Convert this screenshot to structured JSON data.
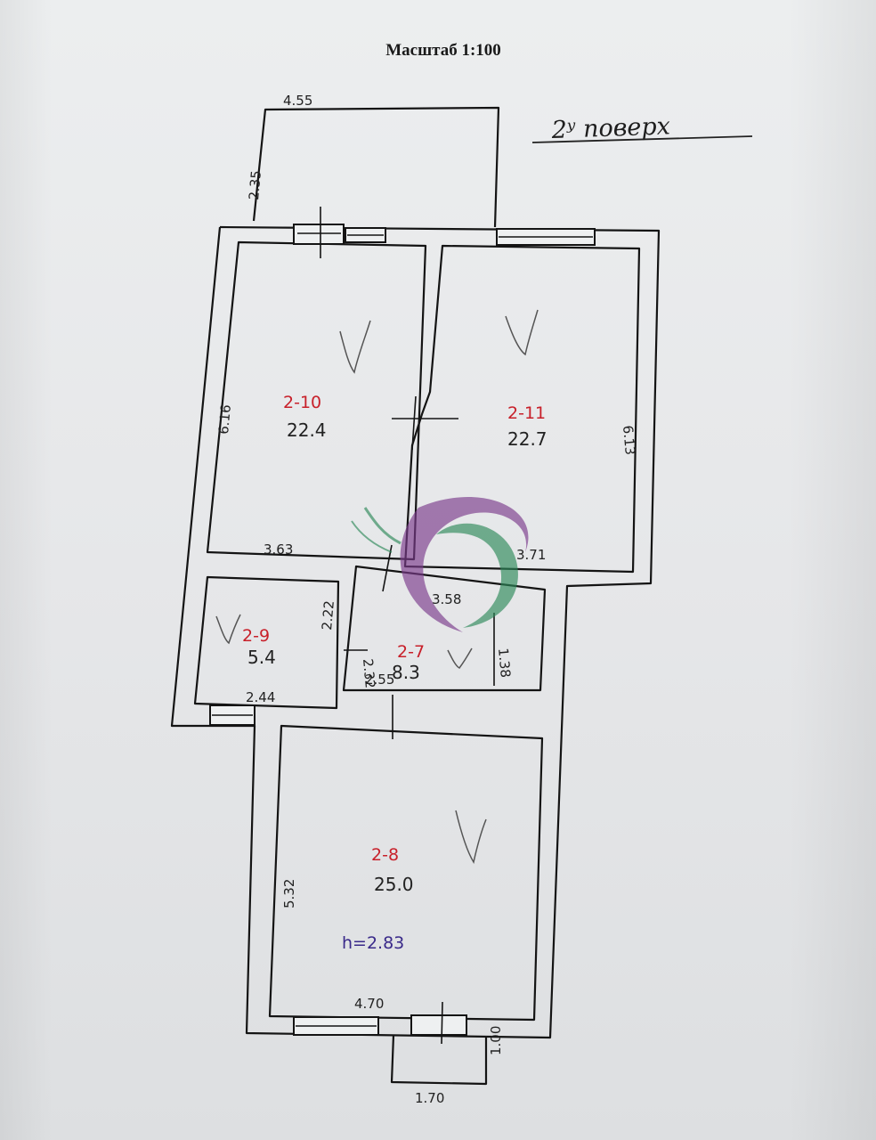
{
  "title": "Масштаб 1:100",
  "floor_label": "2ʸ поверх",
  "rooms": [
    {
      "id": "2-10",
      "area": "22.4"
    },
    {
      "id": "2-11",
      "area": "22.7"
    },
    {
      "id": "2-9",
      "area": "5.4"
    },
    {
      "id": "2-7",
      "area": "8.3"
    },
    {
      "id": "2-8",
      "area": "25.0"
    }
  ],
  "height": "h=2.83",
  "dimensions": {
    "balcony_top_width": "4.55",
    "balcony_top_depth": "2.35",
    "room_2_10_height": "6.16",
    "room_2_10_width": "3.63",
    "room_2_11_height": "6.13",
    "room_2_11_width": "3.71",
    "room_2_7_width_top": "3.58",
    "room_2_7_height": "1.38",
    "room_2_7_width_bottom": "2.55",
    "room_2_7_depth": "2.32",
    "room_2_9_height": "2.22",
    "room_2_9_width": "2.44",
    "room_2_8_height": "5.32",
    "room_2_8_width": "4.70",
    "porch_width": "1.70",
    "porch_depth": "1.00"
  }
}
